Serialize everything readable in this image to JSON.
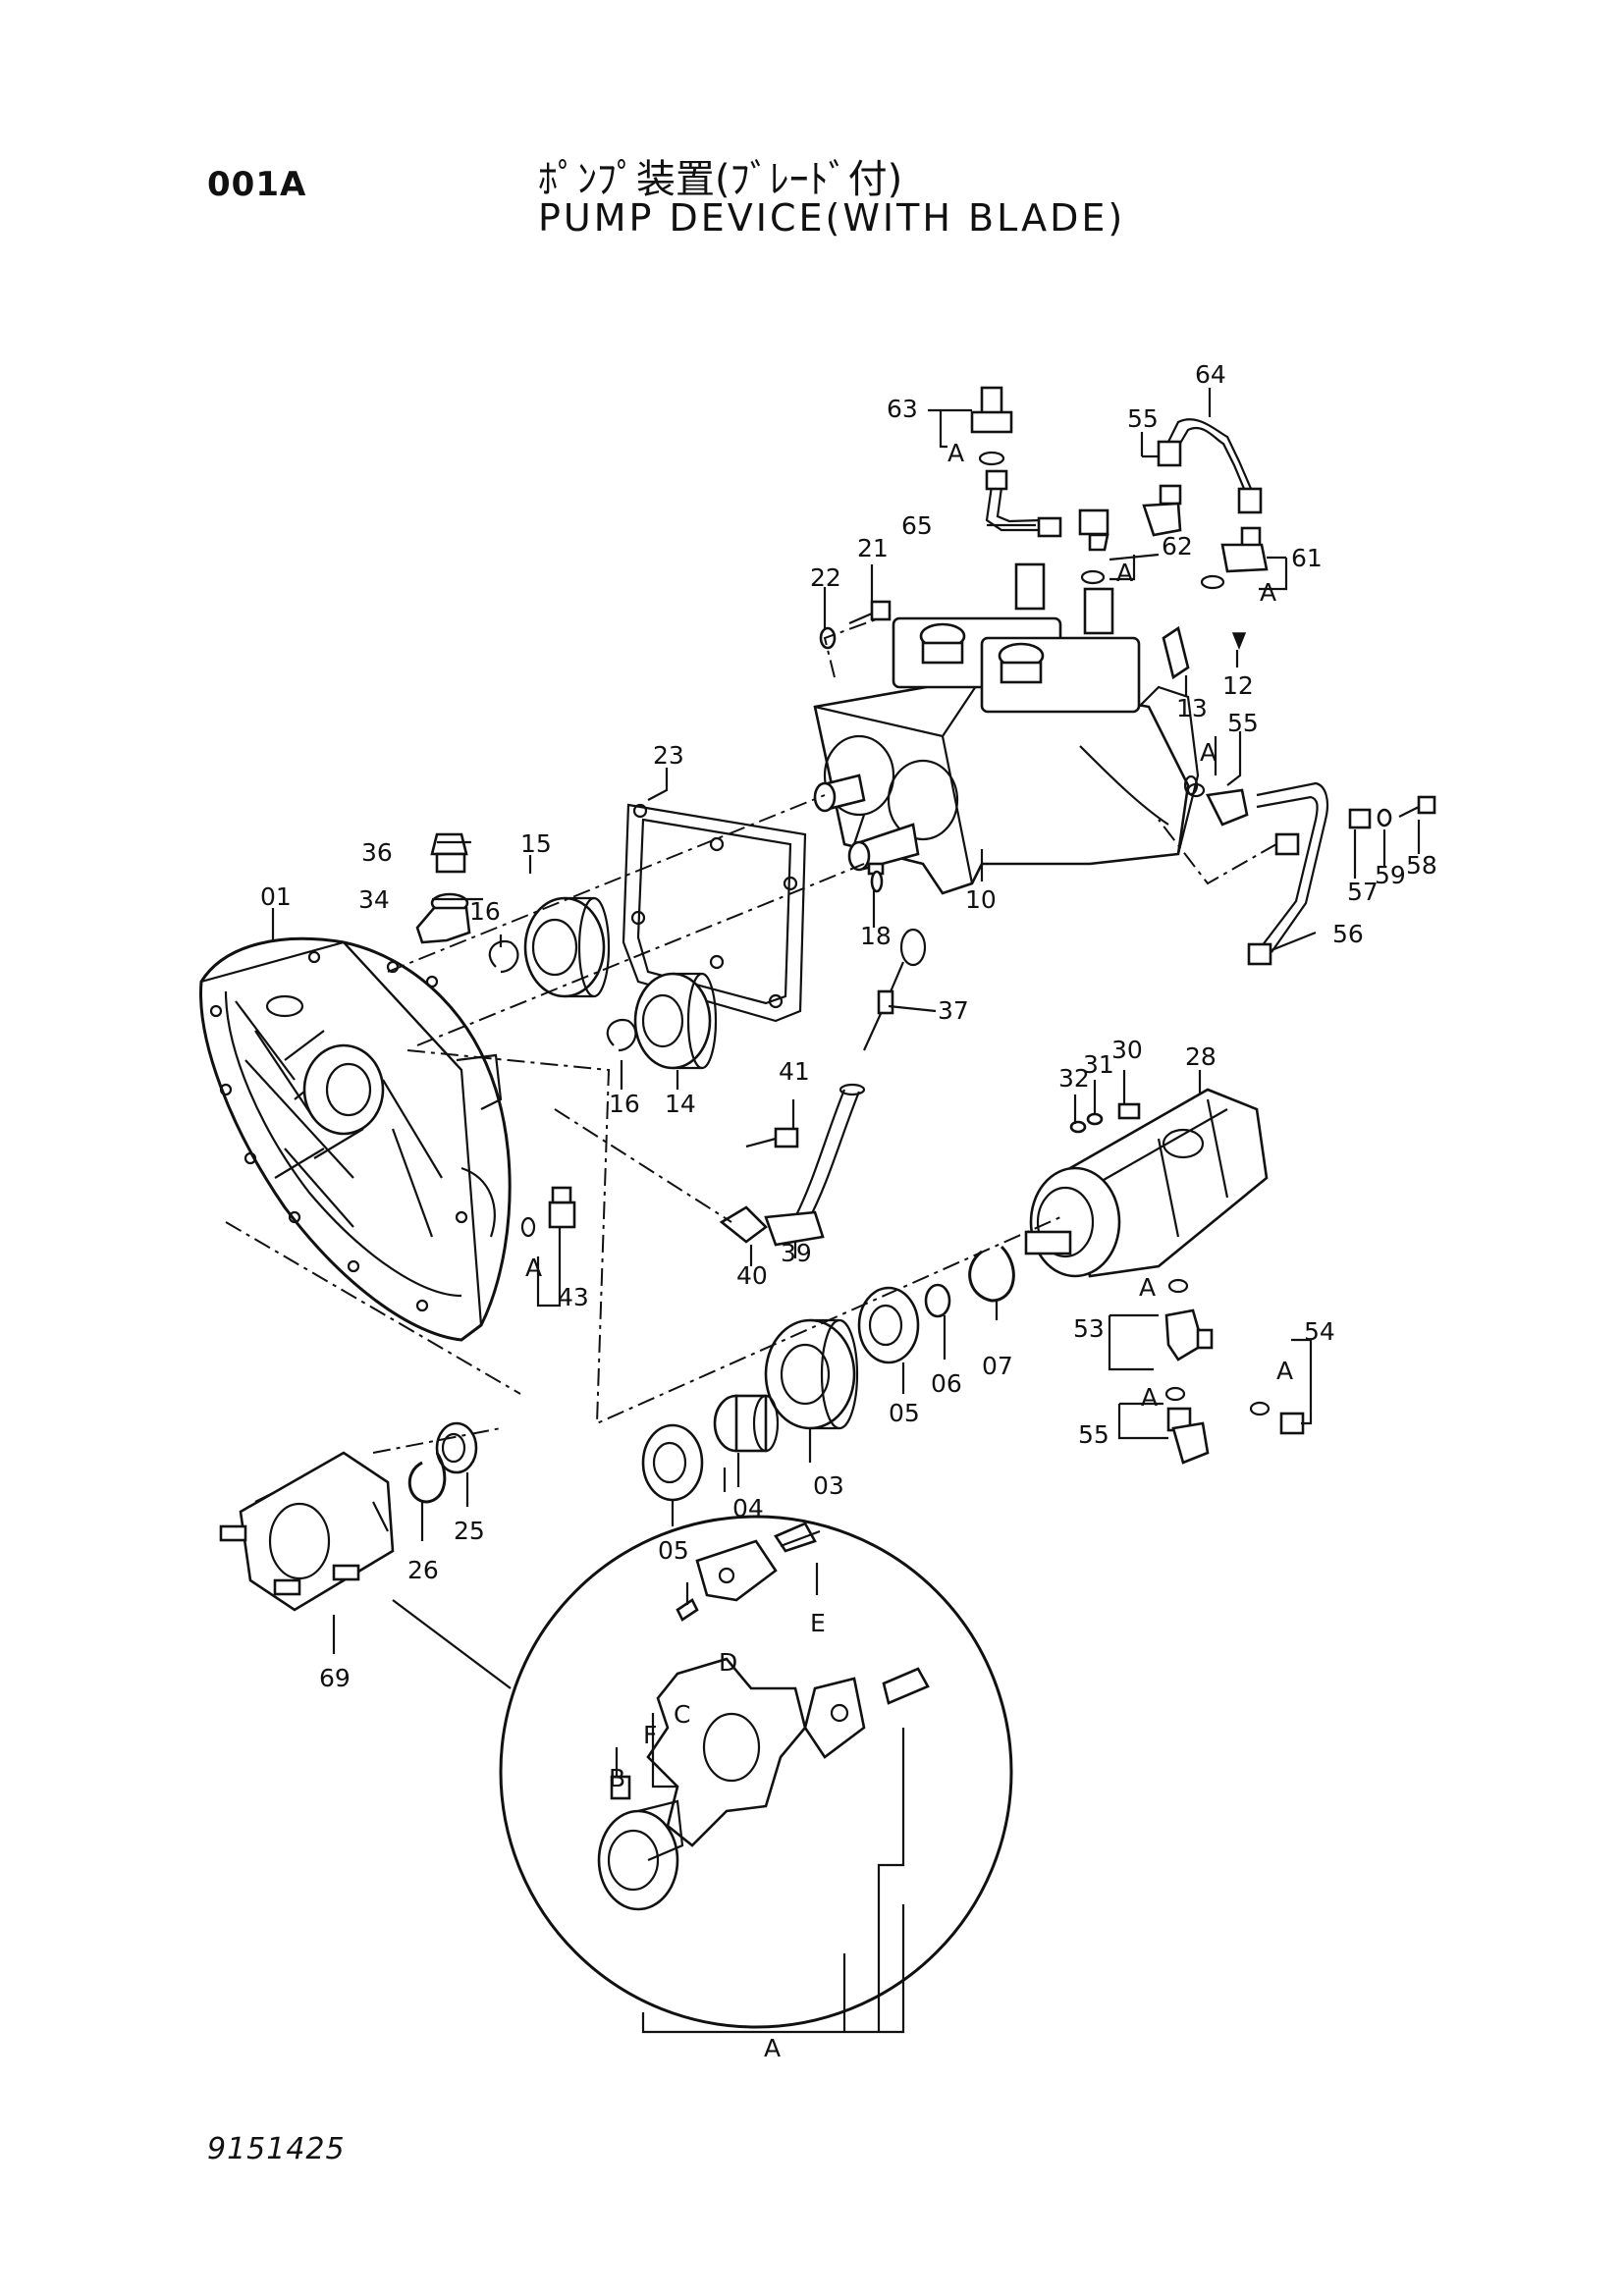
{
  "header": {
    "code": "001A",
    "title_ja": "ﾎﾟﾝﾌﾟ装置(ﾌﾞﾚｰﾄﾞ付)",
    "title_en": "PUMP DEVICE(WITH BLADE)"
  },
  "footer": {
    "doc_number": "9151425"
  },
  "callouts": [
    "63",
    "64",
    "55",
    "A",
    "65",
    "21",
    "22",
    "62",
    "61",
    "12",
    "13",
    "A",
    "55",
    "23",
    "36",
    "15",
    "34",
    "16",
    "01",
    "10",
    "18",
    "58",
    "59",
    "57",
    "56",
    "37",
    "16",
    "14",
    "41",
    "32",
    "31",
    "30",
    "28",
    "A",
    "43",
    "39",
    "40",
    "07",
    "06",
    "05",
    "53",
    "54",
    "55",
    "A",
    "25",
    "26",
    "03",
    "04",
    "05",
    "69",
    "E",
    "D",
    "C",
    "F",
    "B",
    "A",
    "A",
    "A",
    "A",
    "A"
  ]
}
